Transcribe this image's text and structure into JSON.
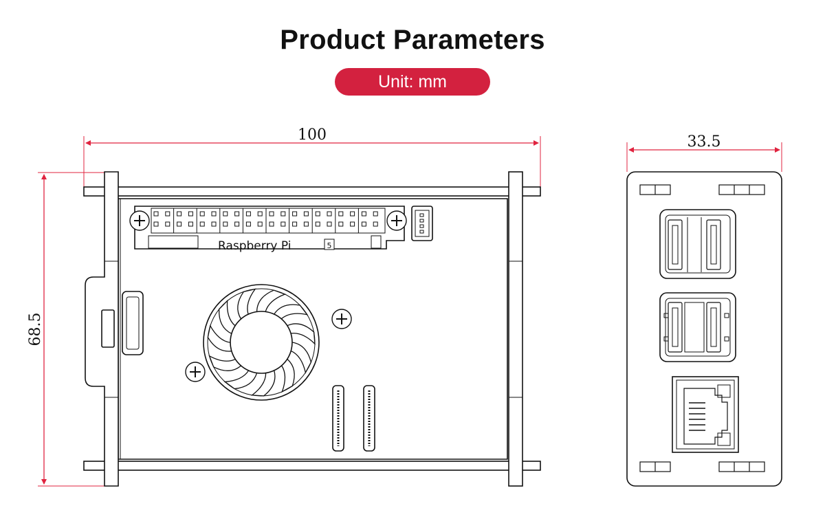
{
  "title": "Product Parameters",
  "unit_badge": "Unit: mm",
  "colors": {
    "accent": "#d3213f",
    "dimension_line": "#e0233f",
    "outline": "#111111"
  },
  "dimensions": {
    "width": "100",
    "height": "68.5",
    "depth": "33.5"
  },
  "board": {
    "logo_text": "Raspberry Pi",
    "model_badge": "5"
  },
  "views": [
    "front-view",
    "side-view"
  ]
}
